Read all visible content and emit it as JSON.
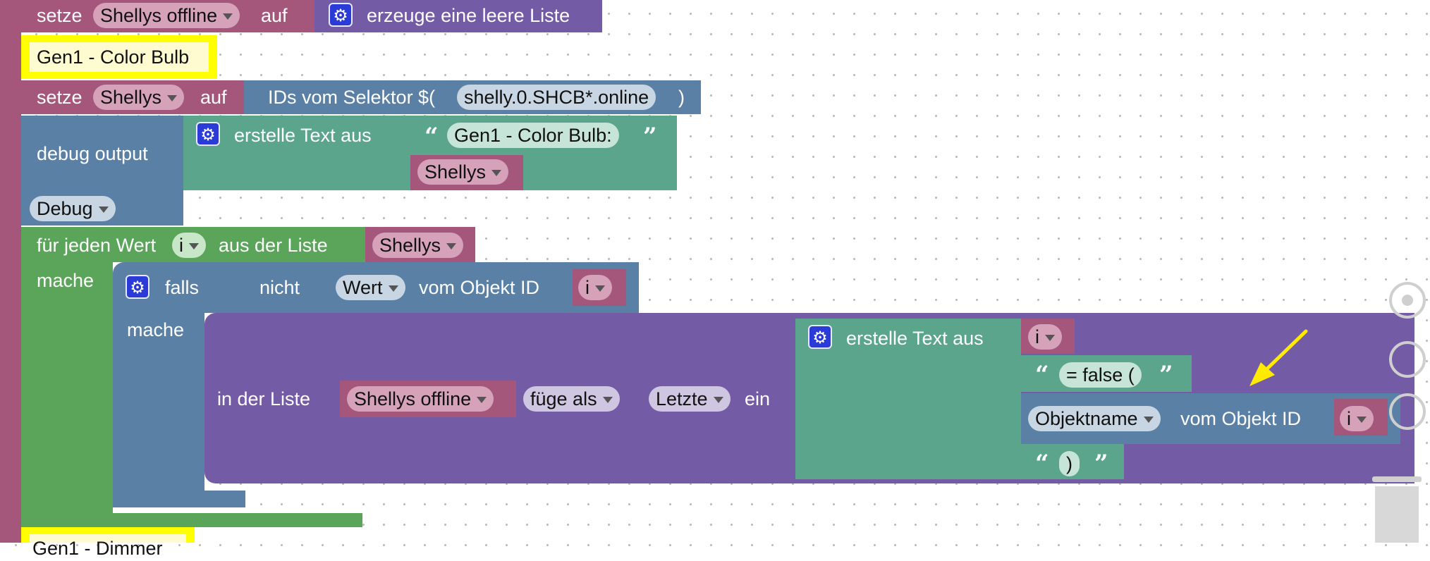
{
  "rows": {
    "row1": {
      "set_label": "setze",
      "var": "Shellys offline",
      "to_label": "auf",
      "fn_label": "erzeuge eine leere Liste"
    },
    "comment1": "Gen1 - Color Bulb",
    "row2": {
      "set_label": "setze",
      "var": "Shellys",
      "to_label": "auf",
      "selector_label": "IDs vom Selektor $(",
      "selector_value": "shelly.0.SHCB*.online",
      "close_paren": ")"
    },
    "debug": {
      "label": "debug output",
      "create_text_label": "erstelle Text aus",
      "text_value": "Gen1 - Color Bulb:",
      "var": "Shellys",
      "level": "Debug"
    },
    "loop": {
      "label_start": "für jeden Wert",
      "var": "i",
      "label_mid": "aus der Liste",
      "list_var": "Shellys",
      "do_label": "mache"
    },
    "if_block": {
      "if_label": "falls",
      "not_label": "nicht",
      "value_field": "Wert",
      "of_object_label": "vom Objekt ID",
      "var": "i",
      "do_label": "mache"
    },
    "list_insert": {
      "in_list_label": "in der Liste",
      "list_var": "Shellys offline",
      "insert_as": "füge als",
      "position": "Letzte",
      "in_label": "ein"
    },
    "create_text": {
      "label": "erstelle Text aus",
      "var": "i",
      "text1": "= false (",
      "objname_field": "Objektname",
      "of_object_label": "vom Objekt ID",
      "objname_var": "i",
      "text2": ")"
    },
    "comment2_partial": "Gen1 - Dimmer"
  },
  "colors": {
    "variables": "#a5577b",
    "lists": "#745ba5",
    "text": "#5ba58c",
    "loops": "#5ba55b",
    "system": "#5b80a5",
    "comment": "#ffff00",
    "arrow": "#ffeb00"
  }
}
